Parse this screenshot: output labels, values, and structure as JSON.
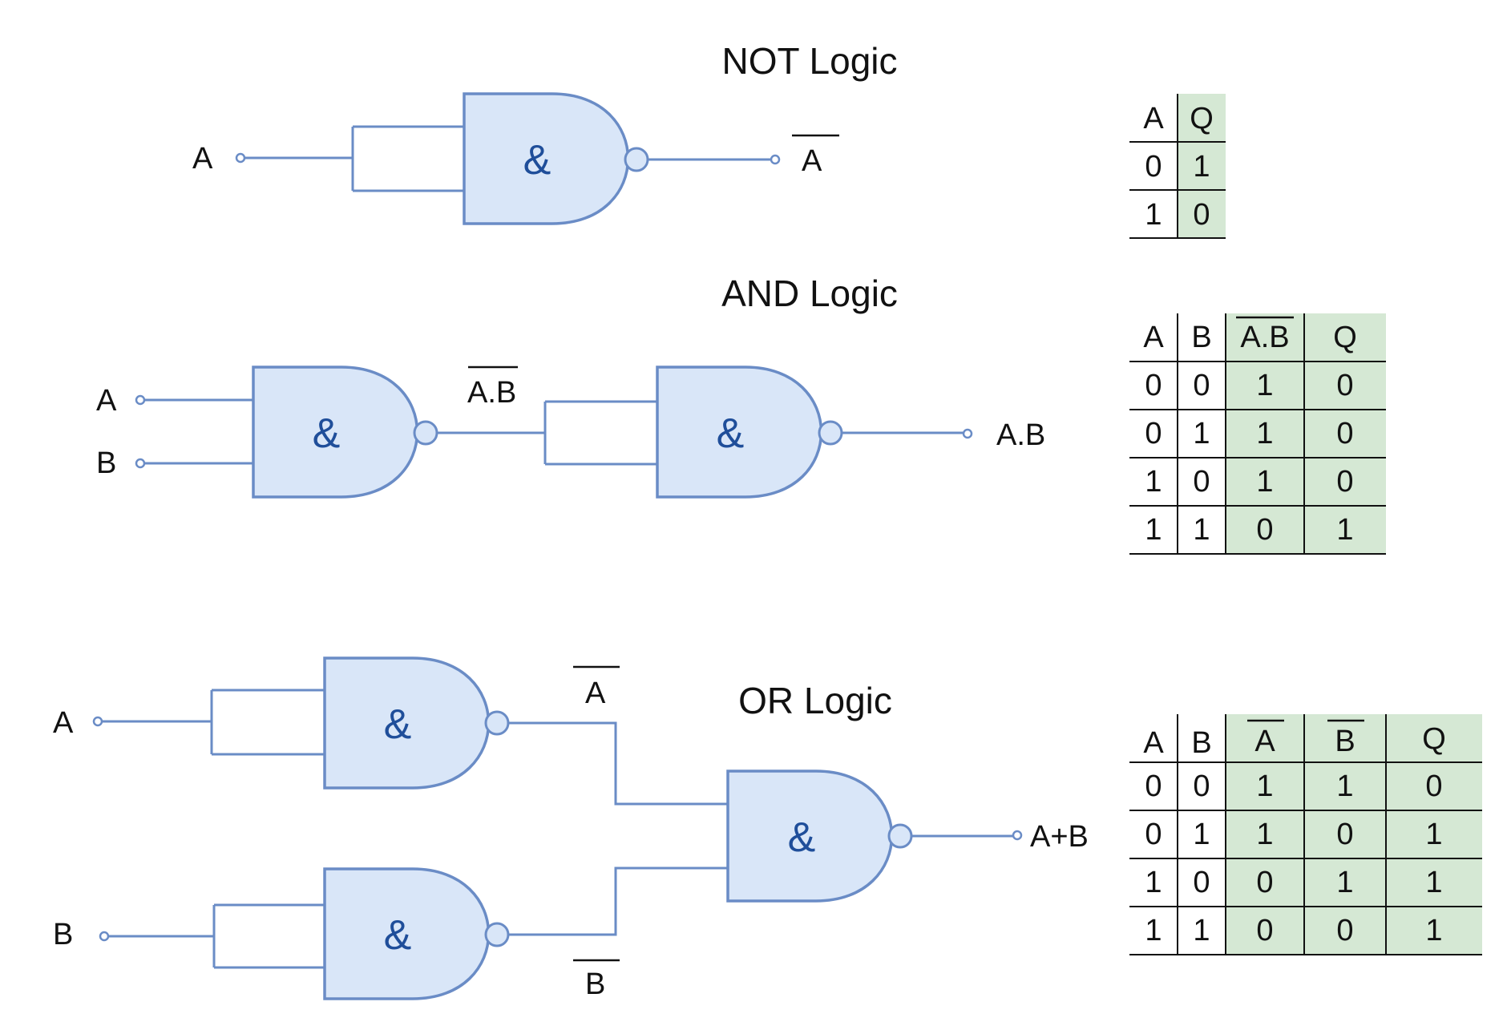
{
  "colors": {
    "gate_fill": "#d9e6f8",
    "gate_stroke": "#6a8cc6",
    "ampersand": "#1f4e9a",
    "table_shade": "#d5e8d4",
    "text": "#111111"
  },
  "gate_symbol": "&",
  "not_logic": {
    "title": "NOT Logic",
    "input": "A",
    "output": "A",
    "table": {
      "headers": [
        "A",
        "Q"
      ],
      "rows": [
        [
          "0",
          "1"
        ],
        [
          "1",
          "0"
        ]
      ]
    }
  },
  "and_logic": {
    "title": "AND Logic",
    "input_a": "A",
    "input_b": "B",
    "intermediate": "A.B",
    "output": "A.B",
    "table": {
      "headers": [
        "A",
        "B",
        "A.B",
        "Q"
      ],
      "rows": [
        [
          "0",
          "0",
          "1",
          "0"
        ],
        [
          "0",
          "1",
          "1",
          "0"
        ],
        [
          "1",
          "0",
          "1",
          "0"
        ],
        [
          "1",
          "1",
          "0",
          "1"
        ]
      ]
    }
  },
  "or_logic": {
    "title": "OR Logic",
    "input_a": "A",
    "input_b": "B",
    "not_a": "A",
    "not_b": "B",
    "output": "A+B",
    "table": {
      "headers": [
        "A",
        "B",
        "A",
        "B",
        "Q"
      ],
      "rows": [
        [
          "0",
          "0",
          "1",
          "1",
          "0"
        ],
        [
          "0",
          "1",
          "1",
          "0",
          "1"
        ],
        [
          "1",
          "0",
          "0",
          "1",
          "1"
        ],
        [
          "1",
          "1",
          "0",
          "0",
          "1"
        ]
      ]
    }
  }
}
